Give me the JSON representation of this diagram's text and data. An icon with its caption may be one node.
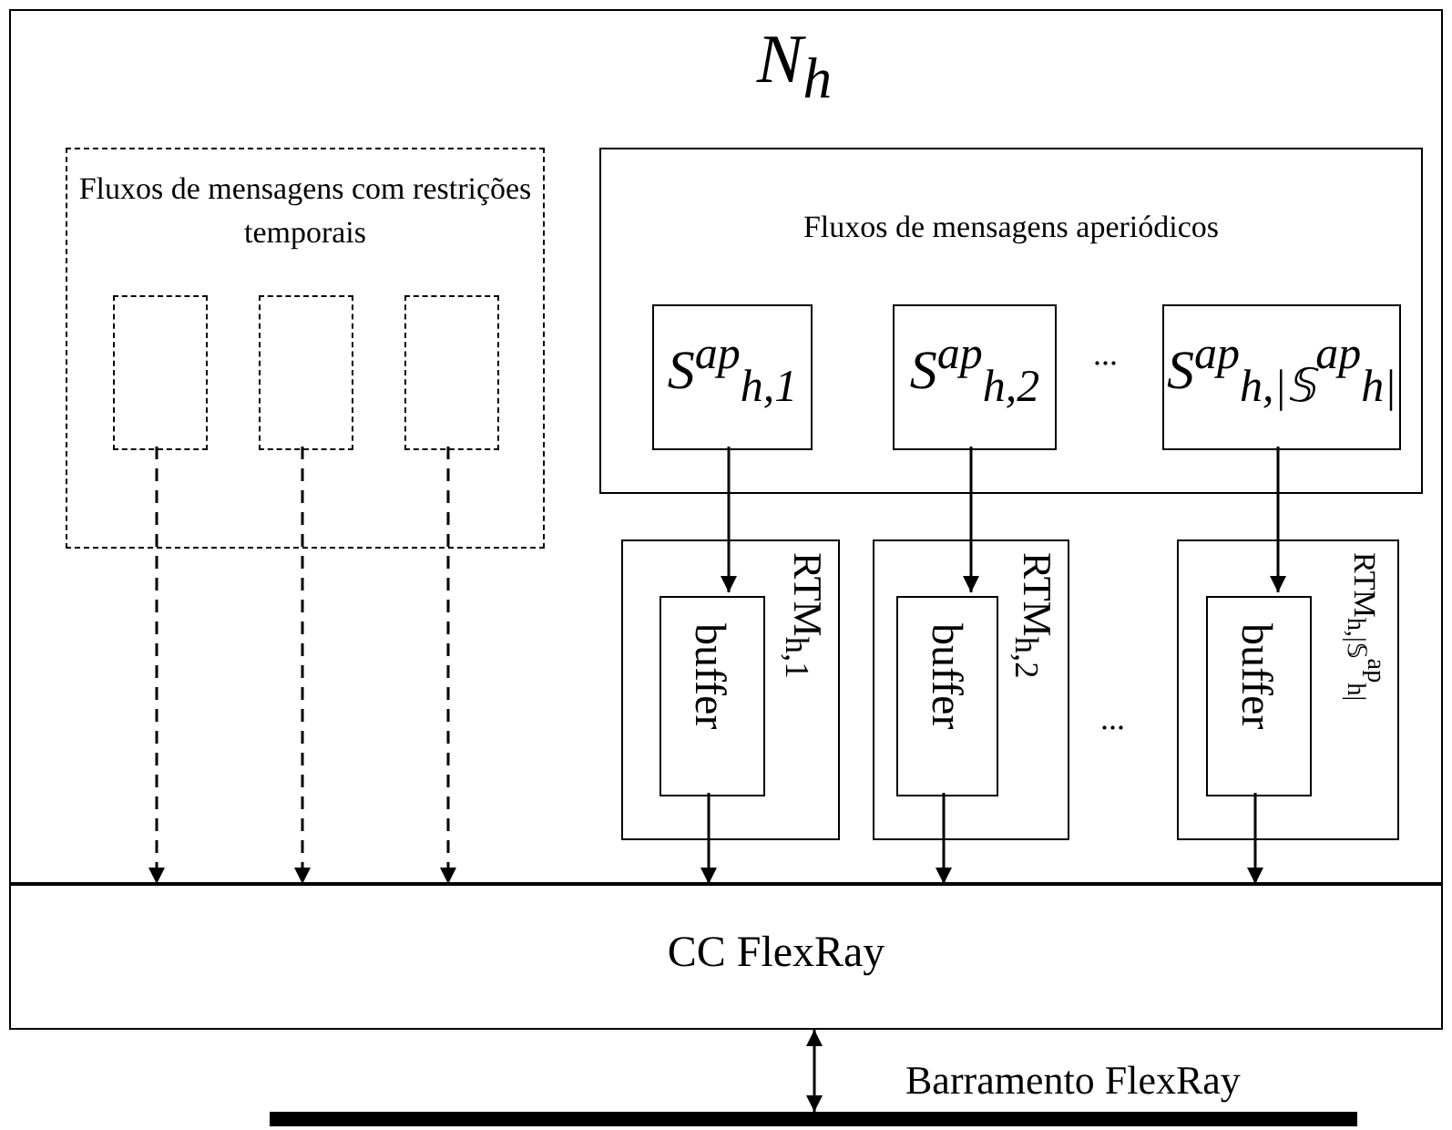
{
  "diagram": {
    "nodes": [
      {
        "text": [
          "N$_{h}$"
        ]
      },
      {
        "text": [
          "Fluxos de mensagens com restrições temporais"
        ],
        "in": 0
      },
      {
        "text": [],
        "shape": "box",
        "in": 1
      },
      {
        "text": [],
        "shape": "box",
        "in": 1
      },
      {
        "text": [],
        "shape": "box",
        "in": 1
      },
      {
        "text": [
          "Fluxos de mensagens aperiódicos"
        ],
        "in": 0
      },
      {
        "text": [
          "S$^{ap}$$_{h,1}$"
        ],
        "in": 5
      },
      {
        "text": [
          "S$^{ap}$$_{h,2}$"
        ],
        "in": 5
      },
      {
        "text": [
          "S$^{ap}$$_{h,|𝕊}$$^{ap}$$_{h|}$"
        ],
        "in": 5
      },
      {
        "text": [
          "RTM$_{h,1}$"
        ],
        "in": 0
      },
      {
        "text": [
          "buffer"
        ],
        "in": 9
      },
      {
        "text": [
          "RTM$_{h,2}$"
        ],
        "in": 0
      },
      {
        "text": [
          "buffer"
        ],
        "in": 11
      },
      {
        "text": [
          "RTM$_{h,|𝕊}$$^{ap}$$_{h|}$"
        ],
        "in": 0
      },
      {
        "text": [
          "buffer"
        ],
        "in": 13
      },
      {
        "text": [
          "CC FlexRay"
        ]
      },
      {
        "text": [],
        "shape": "bar",
        "beside": [
          "Barramento FlexRay"
        ]
      }
    ],
    "edges": [
      {
        "from": 2,
        "to": 15,
        "arrow": "to",
        "style": "dashed"
      },
      {
        "from": 3,
        "to": 15,
        "arrow": "to",
        "style": "dashed"
      },
      {
        "from": 4,
        "to": 15,
        "arrow": "to",
        "style": "dashed"
      },
      {
        "from": 6,
        "to": 10,
        "arrow": "to"
      },
      {
        "from": 7,
        "to": 12,
        "arrow": "to"
      },
      {
        "from": 8,
        "to": 14,
        "arrow": "to"
      },
      {
        "from": 10,
        "to": 15,
        "arrow": "to"
      },
      {
        "from": 12,
        "to": 15,
        "arrow": "to"
      },
      {
        "from": 14,
        "to": 15,
        "arrow": "to"
      },
      {
        "from": 15,
        "to": 16,
        "arrow": "both"
      }
    ],
    "labels": [
      "...",
      "..."
    ]
  }
}
